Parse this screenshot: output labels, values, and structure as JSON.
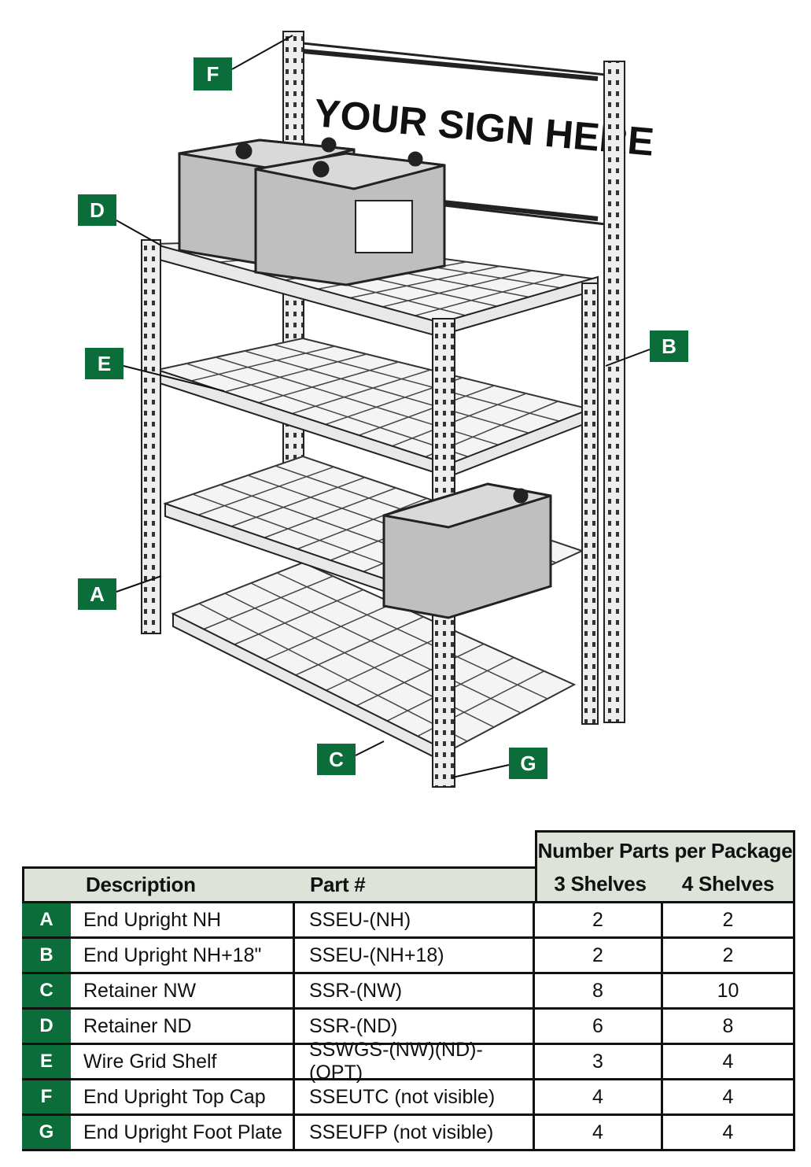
{
  "sign": {
    "text": "YOUR SIGN HERE"
  },
  "callouts": [
    "F",
    "D",
    "E",
    "B",
    "A",
    "C",
    "G"
  ],
  "colors": {
    "badge_green": "#0b6e3a",
    "header_bg": "#dde3d9",
    "metal": "#e6e6e6",
    "battery": "#bfbfbf"
  },
  "table": {
    "group_header": "Number Parts per Package",
    "headers": {
      "description": "Description",
      "part": "Part #",
      "three": "3 Shelves",
      "four": "4 Shelves"
    },
    "rows": [
      {
        "letter": "A",
        "description": "End Upright NH",
        "part": "SSEU-(NH)",
        "three": "2",
        "four": "2"
      },
      {
        "letter": "B",
        "description": "End Upright NH+18\"",
        "part": "SSEU-(NH+18)",
        "three": "2",
        "four": "2"
      },
      {
        "letter": "C",
        "description": "Retainer NW",
        "part": "SSR-(NW)",
        "three": "8",
        "four": "10"
      },
      {
        "letter": "D",
        "description": "Retainer ND",
        "part": "SSR-(ND)",
        "three": "6",
        "four": "8"
      },
      {
        "letter": "E",
        "description": "Wire Grid Shelf",
        "part": "SSWGS-(NW)(ND)-(OPT)",
        "three": "3",
        "four": "4"
      },
      {
        "letter": "F",
        "description": "End Upright Top Cap",
        "part": "SSEUTC (not visible)",
        "three": "4",
        "four": "4"
      },
      {
        "letter": "G",
        "description": "End Upright Foot Plate",
        "part": "SSEUFP (not visible)",
        "three": "4",
        "four": "4"
      }
    ]
  }
}
